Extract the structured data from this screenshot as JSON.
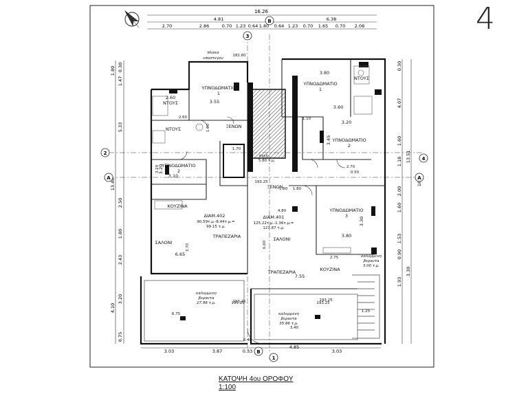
{
  "sheet_number": "4",
  "caption": {
    "title": "ΚΑΤΟΨΗ 4ου ΟΡΟΦΟΥ",
    "scale": "1:100"
  },
  "grid_markers": {
    "top": [
      "3",
      "B"
    ],
    "bottom": [
      "B",
      "1"
    ],
    "left": [
      "2",
      "A"
    ],
    "right": [
      "4",
      "A"
    ]
  },
  "dimensions": {
    "overall_top": "16.26",
    "top_upper": [
      "4.81",
      "6.38"
    ],
    "top": [
      "2.70",
      "2.86",
      "0.70",
      "1.23",
      "0.64",
      "1.80",
      "0.64",
      "1.23",
      "0.70",
      "1.65",
      "0.70",
      "2.08"
    ],
    "bottom": [
      "3.03",
      "3.87",
      "0.33",
      "4.85",
      "3.03"
    ],
    "left": [
      "1.80",
      "1.47",
      "0.30",
      "5.33",
      "13.46",
      "2.50",
      "1.80",
      "2.43",
      "3.20",
      "4.10",
      "0.75"
    ],
    "right": [
      "0.30",
      "4.07",
      "13.51",
      "1.60",
      "1.18",
      "16.81",
      "2.00",
      "1.60",
      "1.53",
      "0.90",
      "3.30",
      "1.93"
    ]
  },
  "rooms": [
    {
      "name": "ΥΠΝΟΔΩΜΑΤΙΟ",
      "num": "1",
      "dim": "3.55"
    },
    {
      "name": "ΥΠΝΟΔΩΜΑΤΙΟ",
      "num": "1",
      "dim": "3.80",
      "dim2": "3.60"
    },
    {
      "name": "ΥΠΝΟΔΩΜΑΤΙΟ",
      "num": "2",
      "dim": "3.10",
      "dim2": "3.20"
    },
    {
      "name": "ΥΠΝΟΔΩΜΑΤΙΟ",
      "num": "2",
      "dim": "3.20",
      "dim2": "3.45"
    },
    {
      "name": "ΥΠΝΟΔΩΜΑΤΙΟ",
      "num": "3",
      "dim": "3.80",
      "dim2": "3.30"
    },
    {
      "name": "ΝΤΟΥΣ",
      "dim": "2.60"
    },
    {
      "name": "ΝΤΟΥΣ"
    },
    {
      "name": "ΝΤΟΥΣ"
    },
    {
      "name": "ΞΕΝΩΝ"
    },
    {
      "name": "ΞΕΝΩΝ"
    },
    {
      "name": "ΚΟΥΖΙΝΑ"
    },
    {
      "name": "ΚΟΥΖΙΝΑ"
    },
    {
      "name": "ΣΑΛΟΝΙ",
      "dim": "6.65"
    },
    {
      "name": "ΣΑΛΟΝΙ"
    },
    {
      "name": "ΤΡΑΠΕΖΑΡΙΑ"
    },
    {
      "name": "ΤΡΑΠΕΖΑΡΙΑ",
      "dim": "7.55"
    }
  ],
  "apartments": [
    {
      "label": "ΔΙΑΜ.402",
      "area1": "90.59τ.μ.-8.44τ.μ.=",
      "area2": "99.15 τ.μ."
    },
    {
      "label": "ΔΙΑΜ.401",
      "area1": "125.22τ.μ.-1.36τ.μ.=",
      "area2": "123.87 τ.μ."
    }
  ],
  "verandas": [
    {
      "label": "καλυμμενη",
      "label2": "βερaντa",
      "area": "27.96 τ.μ.",
      "dim": "6.75",
      "level": "193.25"
    },
    {
      "label": "καλυμμενη",
      "label2": "βερaντa",
      "area": "35.86 τ.μ.",
      "dim": "3.40",
      "level": "193.25"
    },
    {
      "label": "καλυμμενη",
      "label2": "βερaντa",
      "area": "3.00 τ.μ."
    }
  ],
  "notes": {
    "slab": "πλακα",
    "slab2": "υποστεγου",
    "slab_level": "182.60",
    "lift": "ανελ.",
    "lift_area": "5.80 τ.μ.",
    "level_a": "193.25",
    "level_b": "193.25",
    "level_c": "193.25",
    "misc": [
      "1.70",
      "1.80",
      "1.00",
      "1.10",
      "2.70",
      "2.75",
      "4.80",
      "6.60",
      "3.70",
      "3.29",
      "2.60",
      "0.50",
      "0.40",
      "1.80",
      "1.25"
    ]
  }
}
